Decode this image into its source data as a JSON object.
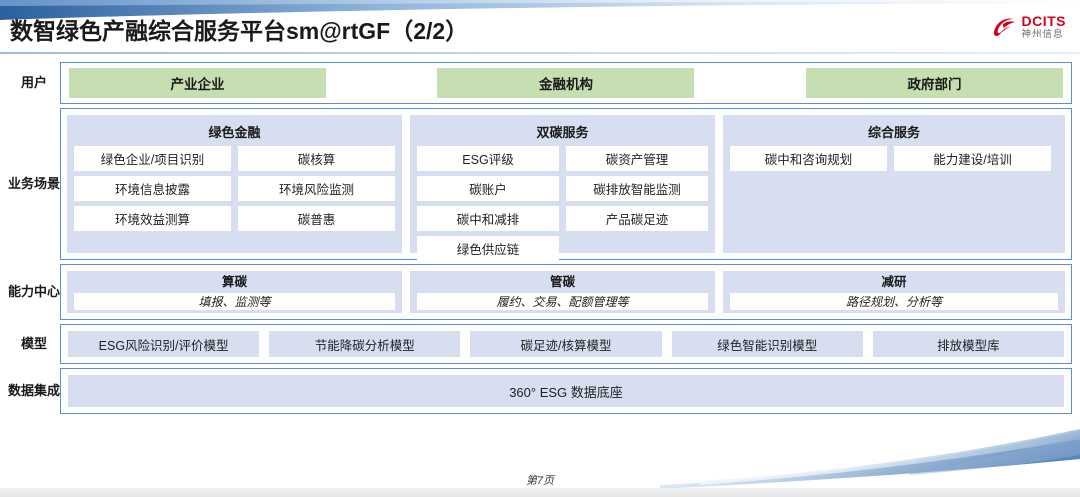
{
  "header": {
    "title": "数智绿色产融综合服务平台sm@rtGF（2/2）",
    "logo_en": "DCITS",
    "logo_cn": "神州信息",
    "logo_color": "#d8001c"
  },
  "colors": {
    "user_box": "#c6dfb2",
    "panel_bg": "#d6def0",
    "border_blue": "#5b8fce",
    "item_bg": "#ffffff"
  },
  "rows": {
    "users": {
      "label": "用户",
      "items": [
        "产业企业",
        "金融机构",
        "政府部门"
      ]
    },
    "scenes": {
      "label": "业务场景",
      "panels": [
        {
          "title": "绿色金融",
          "items": [
            "绿色企业/项目识别",
            "碳核算",
            "环境信息披露",
            "环境风险监测",
            "环境效益测算",
            "碳普惠"
          ]
        },
        {
          "title": "双碳服务",
          "items": [
            "ESG评级",
            "碳资产管理",
            "碳账户",
            "碳排放智能监测",
            "碳中和减排",
            "产品碳足迹",
            "绿色供应链"
          ]
        },
        {
          "title": "综合服务",
          "items": [
            "碳中和咨询规划",
            "能力建设/培训"
          ]
        }
      ]
    },
    "capability": {
      "label": "能力中心",
      "panels": [
        {
          "title": "算碳",
          "subtitle": "填报、监测等"
        },
        {
          "title": "管碳",
          "subtitle": "履约、交易、配额管理等"
        },
        {
          "title": "减研",
          "subtitle": "路径规划、分析等"
        }
      ]
    },
    "models": {
      "label": "模型",
      "items": [
        "ESG风险识别/评价模型",
        "节能降碳分析模型",
        "碳足迹/核算模型",
        "绿色智能识别模型",
        "排放模型库"
      ]
    },
    "data": {
      "label": "数据集成",
      "items": [
        "360° ESG 数据底座"
      ]
    }
  },
  "footer": {
    "page_label": "第7页"
  }
}
